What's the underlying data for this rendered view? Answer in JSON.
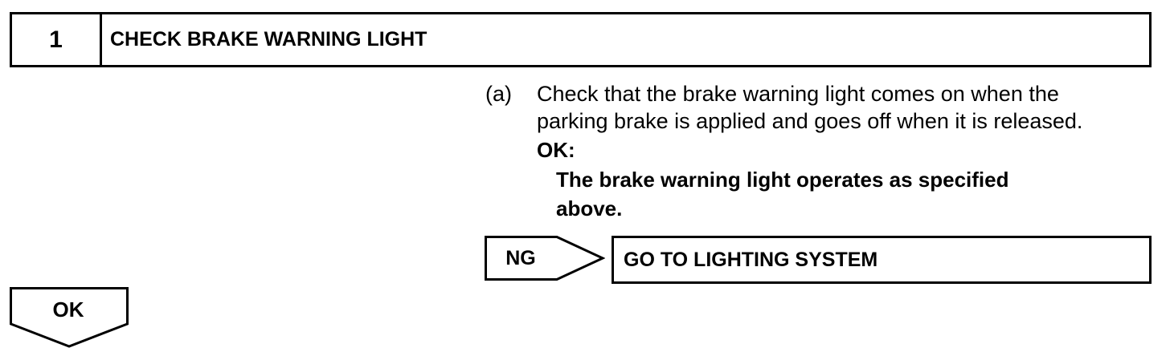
{
  "step": {
    "number": "1",
    "title": "CHECK BRAKE WARNING LIGHT"
  },
  "instruction": {
    "label": "(a)",
    "lines": [
      "Check that the brake warning light comes on when the",
      "parking brake is applied and goes off when it is released."
    ]
  },
  "ok_spec": {
    "heading": "OK:",
    "lines": [
      "The brake warning light operates as specified",
      "above."
    ]
  },
  "ng_branch": {
    "tag": "NG",
    "action": "GO TO LIGHTING SYSTEM"
  },
  "ok_branch": {
    "tag": "OK"
  }
}
